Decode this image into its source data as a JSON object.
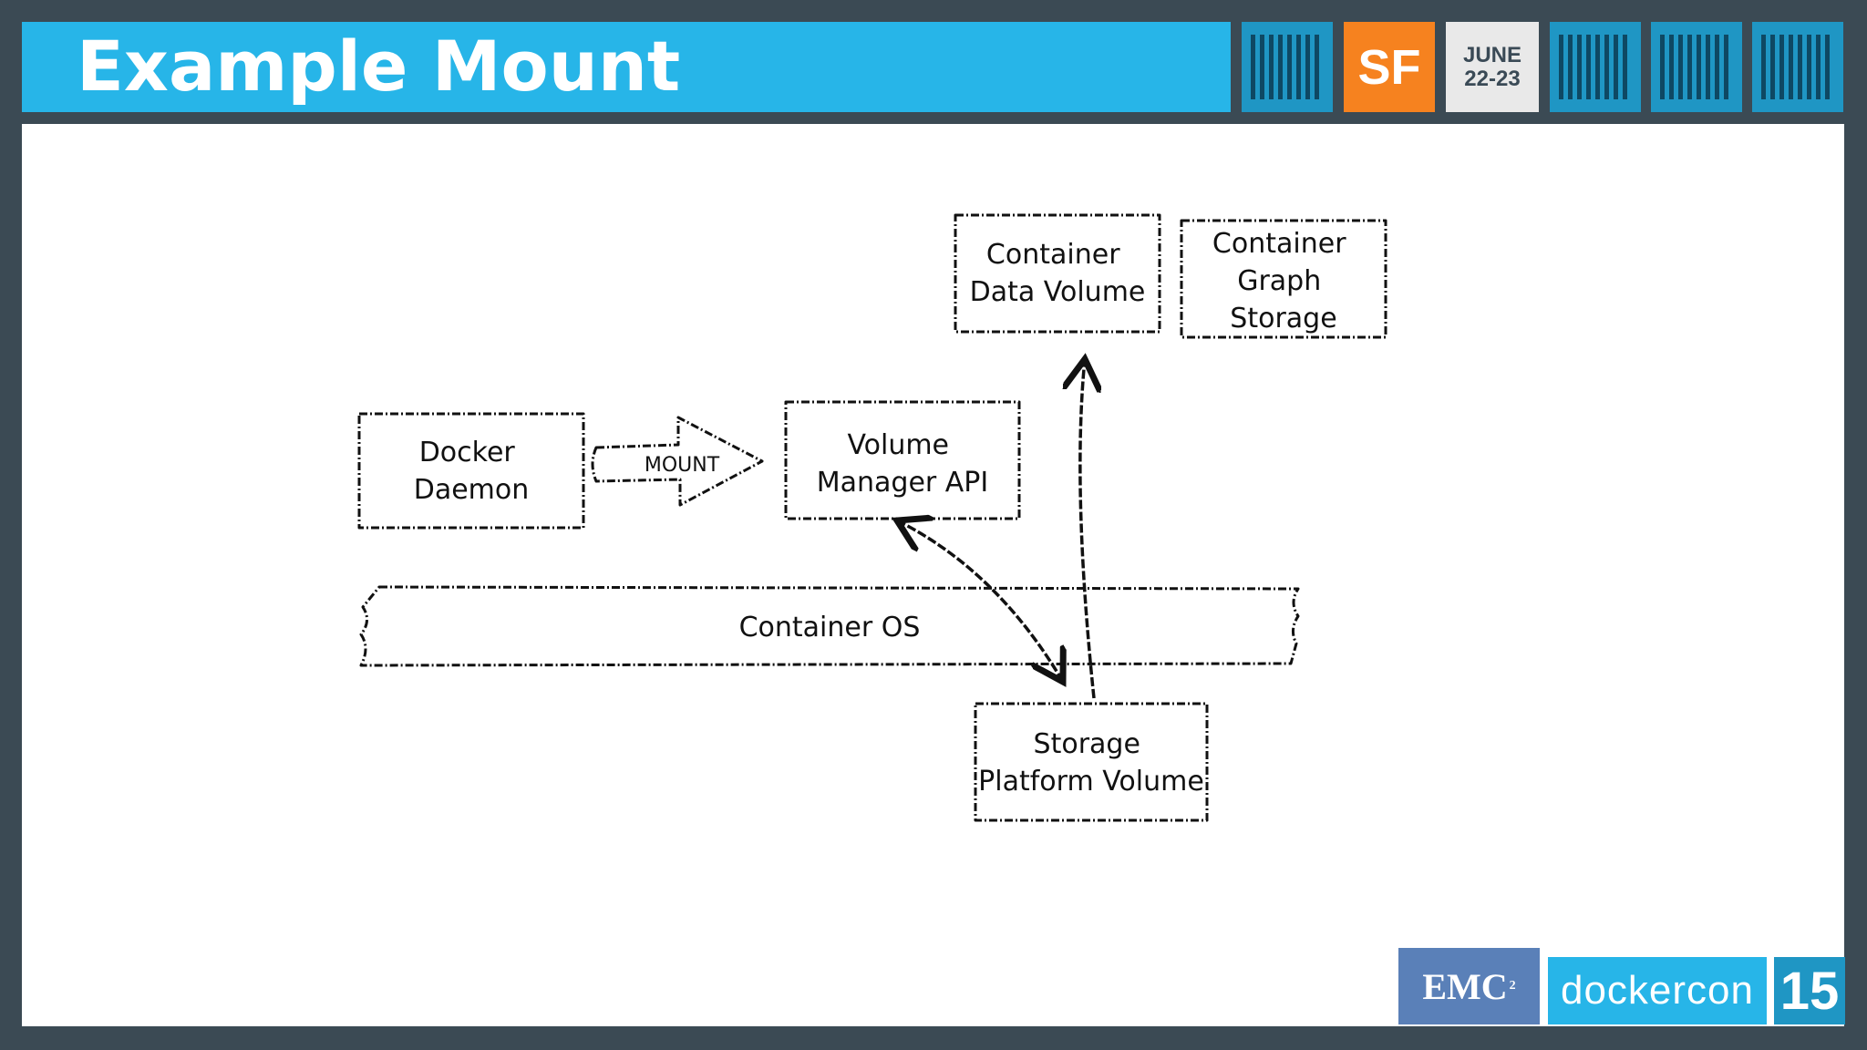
{
  "header": {
    "title": "Example Mount",
    "event_city": "SF",
    "event_month": "JUNE",
    "event_days": "22-23"
  },
  "diagram": {
    "nodes": {
      "docker_daemon": [
        "Docker",
        "Daemon"
      ],
      "volume_manager_api": [
        "Volume",
        "Manager API"
      ],
      "container_data_volume": [
        "Container",
        "Data Volume"
      ],
      "container_graph_storage": [
        "Container",
        "Graph",
        "Storage"
      ],
      "container_os": [
        "Container OS"
      ],
      "storage_platform_volume": [
        "Storage",
        "Platform Volume"
      ]
    },
    "mount_label": "MOUNT"
  },
  "footer": {
    "sponsor": "EMC",
    "sponsor_sup": "2",
    "brand": "dockercon",
    "slide_number": "15"
  },
  "colors": {
    "header_blue": "#27b5e8",
    "accent_orange": "#f6821f",
    "frame_dark": "#3b4a54",
    "emc_blue": "#5a80b8"
  }
}
